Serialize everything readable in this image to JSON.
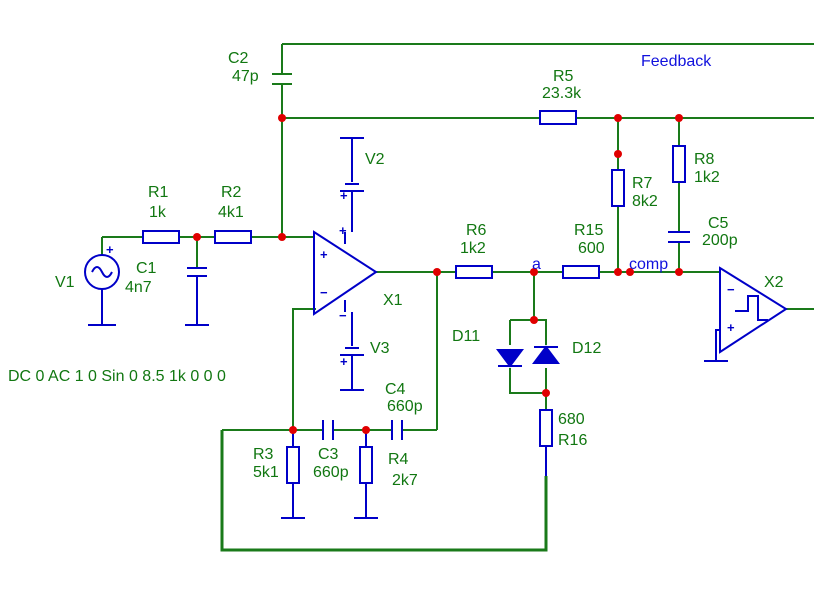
{
  "net_labels": {
    "feedback": "Feedback",
    "a": "a",
    "comp": "comp"
  },
  "components": {
    "c2": {
      "ref": "C2",
      "value": "47p"
    },
    "r5": {
      "ref": "R5",
      "value": "23.3k"
    },
    "v2": {
      "ref": "V2"
    },
    "v3": {
      "ref": "V3"
    },
    "r1": {
      "ref": "R1",
      "value": "1k"
    },
    "r2": {
      "ref": "R2",
      "value": "4k1"
    },
    "c1": {
      "ref": "C1",
      "value": "4n7"
    },
    "v1": {
      "ref": "V1",
      "spec": "DC 0 AC 1 0 Sin 0 8.5 1k 0 0 0"
    },
    "x1": {
      "ref": "X1"
    },
    "r6": {
      "ref": "R6",
      "value": "1k2"
    },
    "r15": {
      "ref": "R15",
      "value": "600"
    },
    "r7": {
      "ref": "R7",
      "value": "8k2"
    },
    "r8": {
      "ref": "R8",
      "value": "1k2"
    },
    "c5": {
      "ref": "C5",
      "value": "200p"
    },
    "x2": {
      "ref": "X2"
    },
    "d11": {
      "ref": "D11"
    },
    "d12": {
      "ref": "D12"
    },
    "r16": {
      "ref": "R16",
      "value": "680"
    },
    "c4": {
      "ref": "C4",
      "value": "660p"
    },
    "r3": {
      "ref": "R3",
      "value": "5k1"
    },
    "c3": {
      "ref": "C3",
      "value": "660p"
    },
    "r4": {
      "ref": "R4",
      "value": "2k7"
    }
  }
}
